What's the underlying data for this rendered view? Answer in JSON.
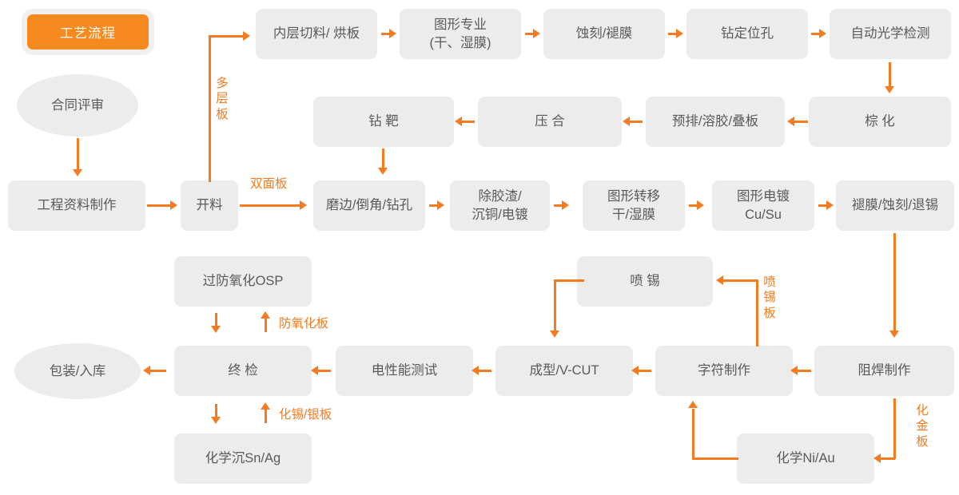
{
  "title_badge": {
    "label": "工艺流程"
  },
  "colors": {
    "accent": "#f47b20",
    "badge": "#f68a1e",
    "node_bg": "#ececed",
    "node_text": "#5a5a5a"
  },
  "nodes": {
    "contract_review": {
      "label": "合同评审",
      "shape": "ellipse"
    },
    "engineering_data": {
      "label": "工程资料制作",
      "shape": "rect"
    },
    "cutting": {
      "label": "开料",
      "shape": "rect"
    },
    "inner_cut_bake": {
      "label": "内层切料/ 烘板",
      "shape": "rect"
    },
    "graphic_pro": {
      "label": "图形专业\n(干、湿膜)",
      "shape": "rect"
    },
    "etch_strip": {
      "label": "蚀刻/褪膜",
      "shape": "rect"
    },
    "drill_pos_hole": {
      "label": "钻定位孔",
      "shape": "rect"
    },
    "aoi": {
      "label": "自动光学检测",
      "shape": "rect"
    },
    "brown_oxide": {
      "label": "棕    化",
      "shape": "rect"
    },
    "prelay_glue_stack": {
      "label": "预排/溶胶/叠板",
      "shape": "rect"
    },
    "lamination": {
      "label": "压    合",
      "shape": "rect"
    },
    "drill_target": {
      "label": "钻    靶",
      "shape": "rect"
    },
    "edge_drill": {
      "label": "磨边/倒角/钻孔",
      "shape": "rect"
    },
    "desmear_plate": {
      "label": "除胶渣/\n沉铜/电镀",
      "shape": "rect"
    },
    "pattern_transfer": {
      "label": "图形转移\n干/湿膜",
      "shape": "rect"
    },
    "pattern_plating": {
      "label": "图形电镀\nCu/Su",
      "shape": "rect"
    },
    "strip_etch_tin": {
      "label": "褪膜/蚀刻/退锡",
      "shape": "rect"
    },
    "solder_mask": {
      "label": "阻焊制作",
      "shape": "rect"
    },
    "legend_print": {
      "label": "字符制作",
      "shape": "rect"
    },
    "hasl": {
      "label": "喷    锡",
      "shape": "rect"
    },
    "enig": {
      "label": "化学Ni/Au",
      "shape": "rect"
    },
    "osp": {
      "label": "过防氧化OSP",
      "shape": "rect"
    },
    "immersion_sn_ag": {
      "label": "化学沉Sn/Ag",
      "shape": "rect"
    },
    "profile_vcut": {
      "label": "成型/V-CUT",
      "shape": "rect"
    },
    "etest": {
      "label": "电性能测试",
      "shape": "rect"
    },
    "final_inspect": {
      "label": "终    检",
      "shape": "rect"
    },
    "package_stock": {
      "label": "包装/入库",
      "shape": "ellipse"
    }
  },
  "edge_labels": {
    "multilayer": "多\n层\n板",
    "double_sided": "双面板",
    "hasl_board": "喷\n锡\n板",
    "enig_board": "化\n金\n板",
    "osp_board": "防氧化板",
    "snag_board": "化锡/银板"
  }
}
